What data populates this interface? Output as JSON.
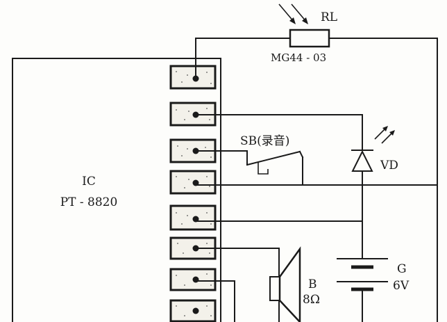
{
  "labels": {
    "rl": "RL",
    "rl_part": "MG44 - 03",
    "ic": "IC",
    "ic_part": "PT - 8820",
    "sb": "SB(录音)",
    "vd": "VD",
    "b": "B",
    "b_value": "8Ω",
    "g": "G",
    "g_value": "6V"
  },
  "icons": {
    "rl": "photoresistor-icon",
    "vd": "led-icon",
    "sb": "pushbutton-switch-icon",
    "b": "speaker-icon",
    "g": "battery-icon"
  },
  "colors": {
    "ink": "#1a1a1a",
    "paper": "#fdfdfb"
  }
}
